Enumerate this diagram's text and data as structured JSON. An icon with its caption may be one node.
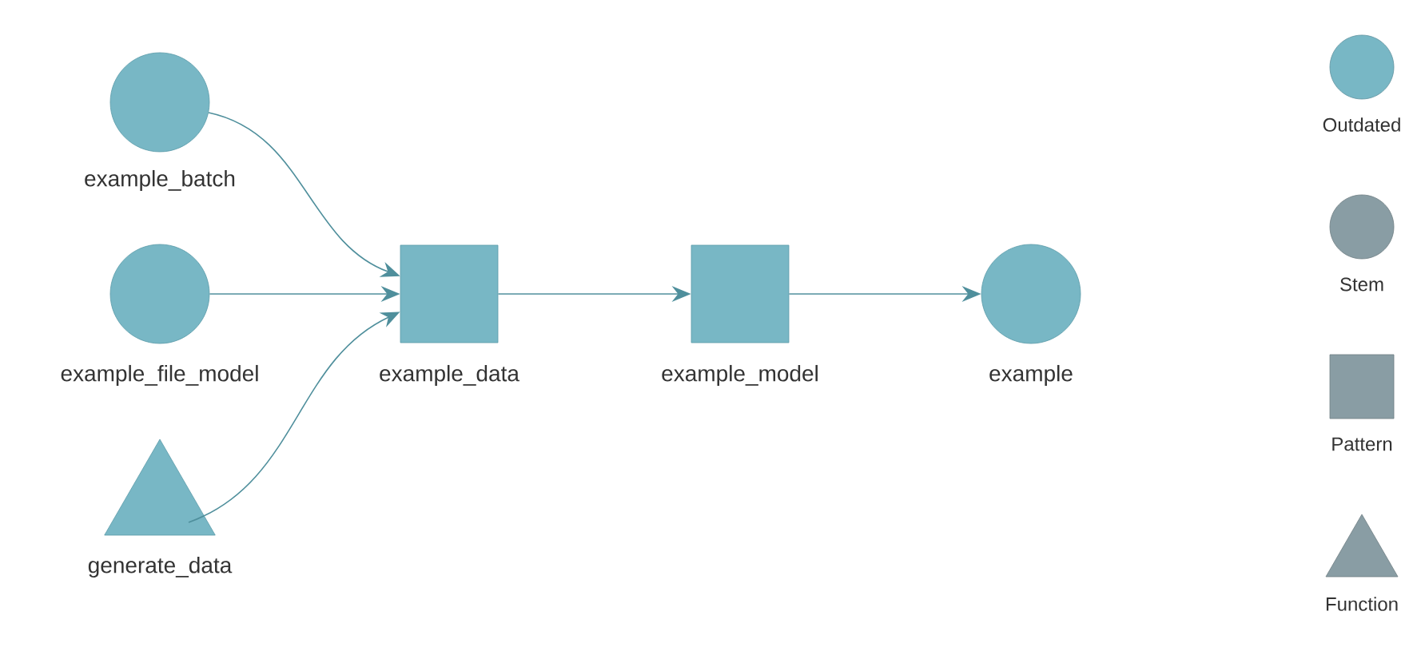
{
  "diagram": {
    "nodes": [
      {
        "text": [
          "example_batch"
        ]
      },
      {
        "text": [
          "example_file_model"
        ]
      },
      {
        "text": [
          "generate_data"
        ]
      },
      {
        "text": [
          "example_data"
        ]
      },
      {
        "text": [
          "example_model"
        ]
      },
      {
        "text": [
          "example"
        ]
      }
    ],
    "edges": [
      {
        "from": 0,
        "to": 3,
        "arrow": "to"
      },
      {
        "from": 1,
        "to": 3,
        "arrow": "to"
      },
      {
        "from": 2,
        "to": 3,
        "arrow": "to"
      },
      {
        "from": 3,
        "to": 4,
        "arrow": "to"
      },
      {
        "from": 4,
        "to": 5,
        "arrow": "to"
      }
    ],
    "legend": [
      {
        "text": "Outdated",
        "color": "#78b7c5"
      },
      {
        "text": "Stem"
      },
      {
        "text": "Pattern"
      },
      {
        "text": "Function"
      }
    ]
  }
}
